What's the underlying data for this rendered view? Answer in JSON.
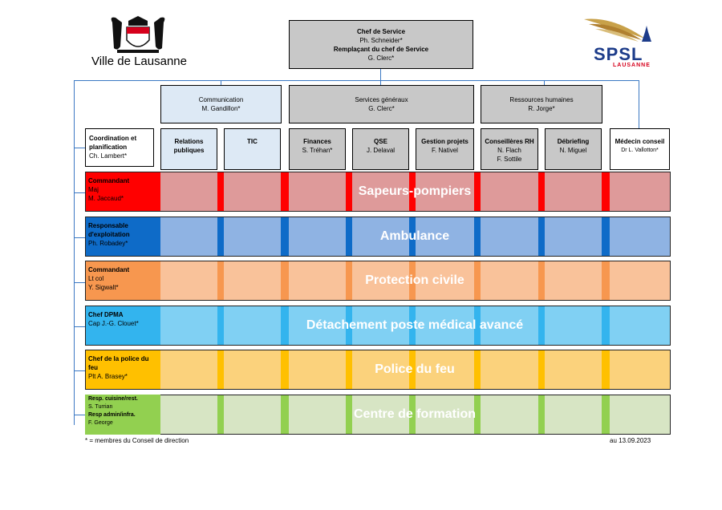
{
  "logos": {
    "lausanne_name": "Ville de Lausanne",
    "spsl_name": "SPSL",
    "spsl_sub": "LAUSANNE"
  },
  "chef": {
    "title": "Chef de Service",
    "name": "Ph. Schneider*",
    "deputy_title": "Remplaçant du chef de Service",
    "deputy_name": "G. Clerc*"
  },
  "divisions": [
    {
      "title": "Communication",
      "name": "M. Gandillon*"
    },
    {
      "title": "Services généraux",
      "name": "G. Clerc*"
    },
    {
      "title": "Ressources humaines",
      "name": "R. Jorge*"
    }
  ],
  "coordination": {
    "title": "Coordination et planification",
    "name": "Ch. Lambert*"
  },
  "units": [
    {
      "title": "Relations publiques",
      "name": ""
    },
    {
      "title": "TIC",
      "name": ""
    },
    {
      "title": "Finances",
      "name": "S. Tréhan*"
    },
    {
      "title": "QSE",
      "name": "J. Delaval"
    },
    {
      "title": "Gestion projets",
      "name": "F. Nativel"
    },
    {
      "title": "Conseillères RH",
      "name": "N. Flach",
      "name2": "F. Sottile"
    },
    {
      "title": "Débriefing",
      "name": "N. Miguel"
    },
    {
      "title": "Médecin conseil",
      "name": "Dr L. Vallotton*"
    }
  ],
  "rows": [
    {
      "band": "Sapeurs-pompiers",
      "label_line1": "Commandant",
      "label_line2": "Maj",
      "label_line3": "M. Jaccaud*",
      "color_main": "#ff0000",
      "color_cell": "#de9a9a"
    },
    {
      "band": "Ambulance",
      "label_line1": "Responsable d'exploitation",
      "label_line2": "Ph. Robadey*",
      "label_line3": "",
      "color_main": "#0e6bc8",
      "color_cell": "#8fb3e3"
    },
    {
      "band": "Protection civile",
      "label_line1": "Commandant",
      "label_line2": "Lt col",
      "label_line3": "Y. Sigwalt*",
      "color_main": "#f7974f",
      "color_cell": "#f9c29a"
    },
    {
      "band": "Détachement poste médical avancé",
      "label_line1": "Chef DPMA",
      "label_line2": "Cap J.-G. Clouet*",
      "label_line3": "",
      "color_main": "#33b4ee",
      "color_cell": "#80d0f3"
    },
    {
      "band": "Police du feu",
      "label_line1": "Chef de la police du feu",
      "label_line2": "Plt A. Brasey*",
      "label_line3": "",
      "color_main": "#ffc000",
      "color_cell": "#fbd27c"
    },
    {
      "band": "Centre de formation",
      "label_line1": "Resp. cuisine/rest.",
      "label_line2": "S. Turrian",
      "label_line3": "Resp admin/infra.",
      "label_line4": "F. George",
      "color_main": "#92d050",
      "color_cell": "#d7e5c4"
    }
  ],
  "footer": {
    "note": "* = membres du Conseil de direction",
    "date": "au 13.09.2023"
  },
  "colors": {
    "connector": "#3b78c3",
    "grey_box": "#c8c8c8",
    "light_box": "#dde9f5"
  }
}
